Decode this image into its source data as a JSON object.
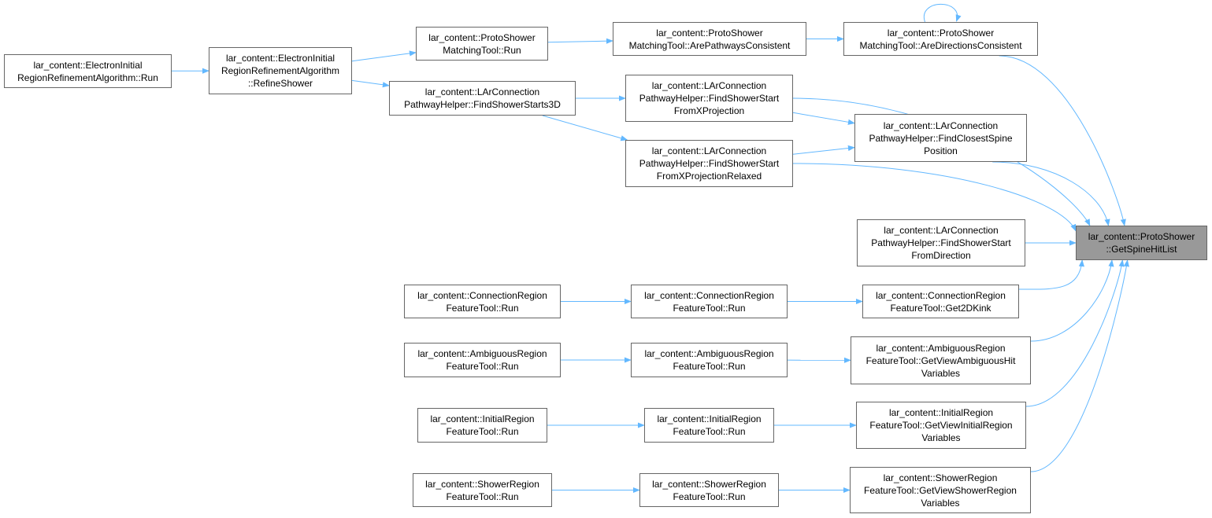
{
  "colors": {
    "edge": "#63b8ff",
    "node_border": "#666666",
    "root_fill": "#999999"
  },
  "nodes": {
    "eira_run": {
      "lines": [
        "lar_content::ElectronInitial",
        "RegionRefinementAlgorithm::Run"
      ]
    },
    "eira_refine": {
      "lines": [
        "lar_content::ElectronInitial",
        "RegionRefinementAlgorithm",
        "::RefineShower"
      ]
    },
    "psm_run": {
      "lines": [
        "lar_content::ProtoShower",
        "MatchingTool::Run"
      ]
    },
    "psm_pathways": {
      "lines": [
        "lar_content::ProtoShower",
        "MatchingTool::ArePathwaysConsistent"
      ]
    },
    "psm_dirs": {
      "lines": [
        "lar_content::ProtoShower",
        "MatchingTool::AreDirectionsConsistent"
      ]
    },
    "lpc_starts3d": {
      "lines": [
        "lar_content::LArConnection",
        "PathwayHelper::FindShowerStarts3D"
      ]
    },
    "lpc_fromx": {
      "lines": [
        "lar_content::LArConnection",
        "PathwayHelper::FindShowerStart",
        "FromXProjection"
      ]
    },
    "lpc_fromxr": {
      "lines": [
        "lar_content::LArConnection",
        "PathwayHelper::FindShowerStart",
        "FromXProjectionRelaxed"
      ]
    },
    "lpc_spine": {
      "lines": [
        "lar_content::LArConnection",
        "PathwayHelper::FindClosestSpine",
        "Position"
      ]
    },
    "lpc_fromdir": {
      "lines": [
        "lar_content::LArConnection",
        "PathwayHelper::FindShowerStart",
        "FromDirection"
      ]
    },
    "root": {
      "lines": [
        "lar_content::ProtoShower",
        "::GetSpineHitList"
      ]
    },
    "crf_run1": {
      "lines": [
        "lar_content::ConnectionRegion",
        "FeatureTool::Run"
      ]
    },
    "crf_run2": {
      "lines": [
        "lar_content::ConnectionRegion",
        "FeatureTool::Run"
      ]
    },
    "crf_kink": {
      "lines": [
        "lar_content::ConnectionRegion",
        "FeatureTool::Get2DKink"
      ]
    },
    "arf_run1": {
      "lines": [
        "lar_content::AmbiguousRegion",
        "FeatureTool::Run"
      ]
    },
    "arf_run2": {
      "lines": [
        "lar_content::AmbiguousRegion",
        "FeatureTool::Run"
      ]
    },
    "arf_vars": {
      "lines": [
        "lar_content::AmbiguousRegion",
        "FeatureTool::GetViewAmbiguousHit",
        "Variables"
      ]
    },
    "irf_run1": {
      "lines": [
        "lar_content::InitialRegion",
        "FeatureTool::Run"
      ]
    },
    "irf_run2": {
      "lines": [
        "lar_content::InitialRegion",
        "FeatureTool::Run"
      ]
    },
    "irf_vars": {
      "lines": [
        "lar_content::InitialRegion",
        "FeatureTool::GetViewInitialRegion",
        "Variables"
      ]
    },
    "srf_run1": {
      "lines": [
        "lar_content::ShowerRegion",
        "FeatureTool::Run"
      ]
    },
    "srf_run2": {
      "lines": [
        "lar_content::ShowerRegion",
        "FeatureTool::Run"
      ]
    },
    "srf_vars": {
      "lines": [
        "lar_content::ShowerRegion",
        "FeatureTool::GetViewShowerRegion",
        "Variables"
      ]
    }
  },
  "edges": [
    [
      "eira_run",
      "eira_refine"
    ],
    [
      "eira_refine",
      "psm_run"
    ],
    [
      "eira_refine",
      "lpc_starts3d"
    ],
    [
      "psm_run",
      "psm_pathways"
    ],
    [
      "psm_pathways",
      "psm_dirs"
    ],
    [
      "psm_dirs",
      "psm_dirs"
    ],
    [
      "psm_dirs",
      "root"
    ],
    [
      "lpc_starts3d",
      "lpc_fromx"
    ],
    [
      "lpc_starts3d",
      "lpc_fromxr"
    ],
    [
      "lpc_fromx",
      "lpc_spine"
    ],
    [
      "lpc_fromx",
      "root"
    ],
    [
      "lpc_fromxr",
      "lpc_spine"
    ],
    [
      "lpc_fromxr",
      "root"
    ],
    [
      "lpc_spine",
      "root"
    ],
    [
      "lpc_fromdir",
      "root"
    ],
    [
      "crf_run1",
      "crf_run2"
    ],
    [
      "crf_run2",
      "crf_kink"
    ],
    [
      "crf_kink",
      "root"
    ],
    [
      "arf_run1",
      "arf_run2"
    ],
    [
      "arf_run2",
      "arf_vars"
    ],
    [
      "arf_vars",
      "root"
    ],
    [
      "irf_run1",
      "irf_run2"
    ],
    [
      "irf_run2",
      "irf_vars"
    ],
    [
      "irf_vars",
      "root"
    ],
    [
      "srf_run1",
      "srf_run2"
    ],
    [
      "srf_run2",
      "srf_vars"
    ],
    [
      "srf_vars",
      "root"
    ]
  ]
}
